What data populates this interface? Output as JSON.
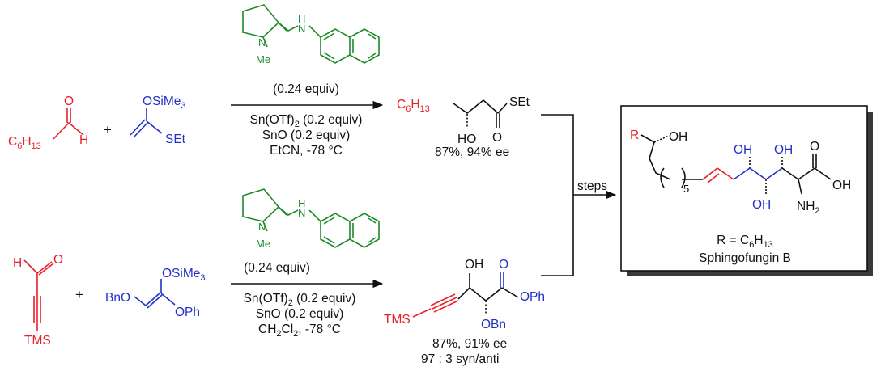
{
  "reaction1": {
    "aldehyde": {
      "r_group": "C6H13",
      "carbonyl_o": "O",
      "carbonyl_h": "H"
    },
    "plus": "+",
    "nucleophile": {
      "silyl": "OSiMe3",
      "thio": "SEt"
    },
    "catalyst": {
      "nh": "H",
      "n": "N",
      "me": "Me"
    },
    "conditions": [
      "(0.24 equiv)",
      "Sn(OTf)2 (0.2 equiv)",
      "SnO (0.2 equiv)",
      "EtCN, -78 °C"
    ],
    "product": {
      "r_group": "C6H13",
      "thio": "SEt",
      "hydroxyl": "HO",
      "carbonyl_o": "O",
      "yield": "87%, 94% ee"
    }
  },
  "reaction2": {
    "aldehyde": {
      "carbonyl_h": "H",
      "carbonyl_o": "O",
      "silyl": "TMS"
    },
    "plus": "+",
    "nucleophile": {
      "silyl": "OSiMe3",
      "benzyloxy": "BnO",
      "phenoxy": "OPh"
    },
    "catalyst": {
      "nh": "H",
      "n": "N",
      "me": "Me"
    },
    "conditions": [
      "(0.24 equiv)",
      "Sn(OTf)2 (0.2 equiv)",
      "SnO (0.2 equiv)",
      "CH2Cl2, -78 °C"
    ],
    "product": {
      "silyl": "TMS",
      "hydroxyl": "OH",
      "carbonyl_o": "O",
      "phenoxy": "OPh",
      "benzyloxy": "OBn",
      "yield": "87%, 91% ee",
      "selectivity": "97 : 3 syn/anti"
    }
  },
  "steps_label": "steps",
  "target": {
    "r": "R",
    "oh_side": "OH",
    "oh1": "OH",
    "oh2": "OH",
    "oh3": "OH",
    "carbonyl_o": "O",
    "acid_oh": "OH",
    "amine": "NH2",
    "repeat": "5",
    "r_def": "R = C6H13",
    "name": "Sphingofungin B"
  },
  "colors": {
    "red": "#e8202a",
    "blue": "#2230c8",
    "green": "#1e8a2a",
    "black": "#111111"
  }
}
